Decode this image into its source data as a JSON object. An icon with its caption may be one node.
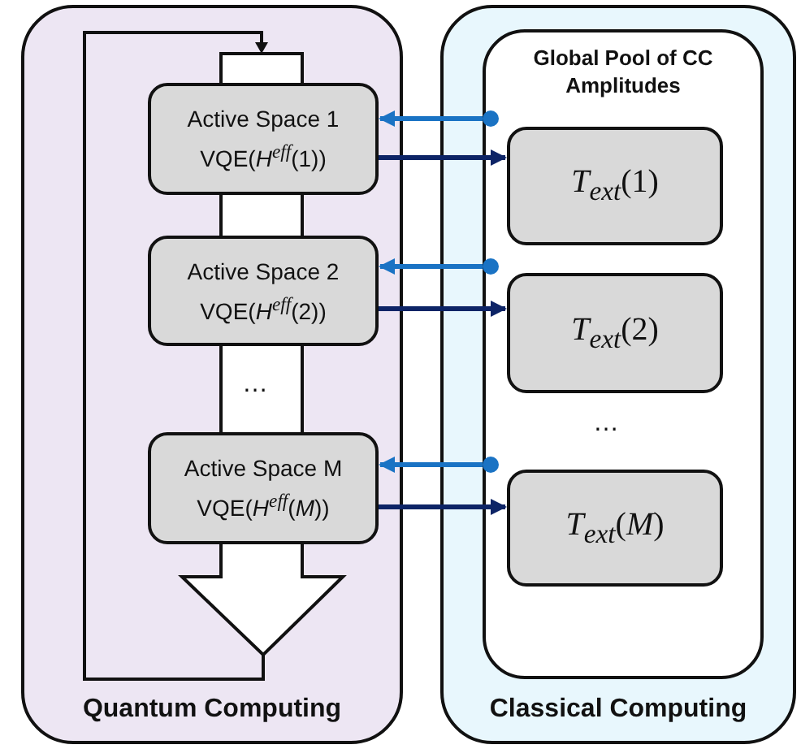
{
  "diagram": {
    "nodes": [
      {
        "text": [
          "Quantum Computing"
        ]
      },
      {
        "text": [
          "Active Space 1",
          "VQE(*H*$^{eff}$(1))"
        ],
        "in": 0
      },
      {
        "text": [
          "Active Space 2",
          "VQE(*H*$^{eff}$(2))"
        ],
        "in": 0
      },
      {
        "text": [
          "Active Space M",
          "VQE(*H*$^{eff}$(*M*))"
        ],
        "in": 0
      },
      {
        "text": [
          "Classical Computing"
        ]
      },
      {
        "text": [
          "Global Pool of CC Amplitudes"
        ],
        "in": 4
      },
      {
        "text": [
          "*T*$_{ext}$(1)"
        ],
        "in": 5
      },
      {
        "text": [
          "*T*$_{ext}$(2)"
        ],
        "in": 5
      },
      {
        "text": [
          "*T*$_{ext}$(*M*)"
        ],
        "in": 5
      }
    ],
    "edges": [
      {
        "from": 5,
        "to": 1,
        "arrow": "to",
        "color": "#1a73c4"
      },
      {
        "from": 1,
        "to": 6,
        "arrow": "to",
        "color": "#0d2466"
      },
      {
        "from": 5,
        "to": 2,
        "arrow": "to",
        "color": "#1a73c4"
      },
      {
        "from": 2,
        "to": 7,
        "arrow": "to",
        "color": "#0d2466"
      },
      {
        "from": 5,
        "to": 3,
        "arrow": "to",
        "color": "#1a73c4"
      },
      {
        "from": 3,
        "to": 8,
        "arrow": "to",
        "color": "#0d2466"
      }
    ],
    "labels": [
      "…",
      "…"
    ]
  }
}
